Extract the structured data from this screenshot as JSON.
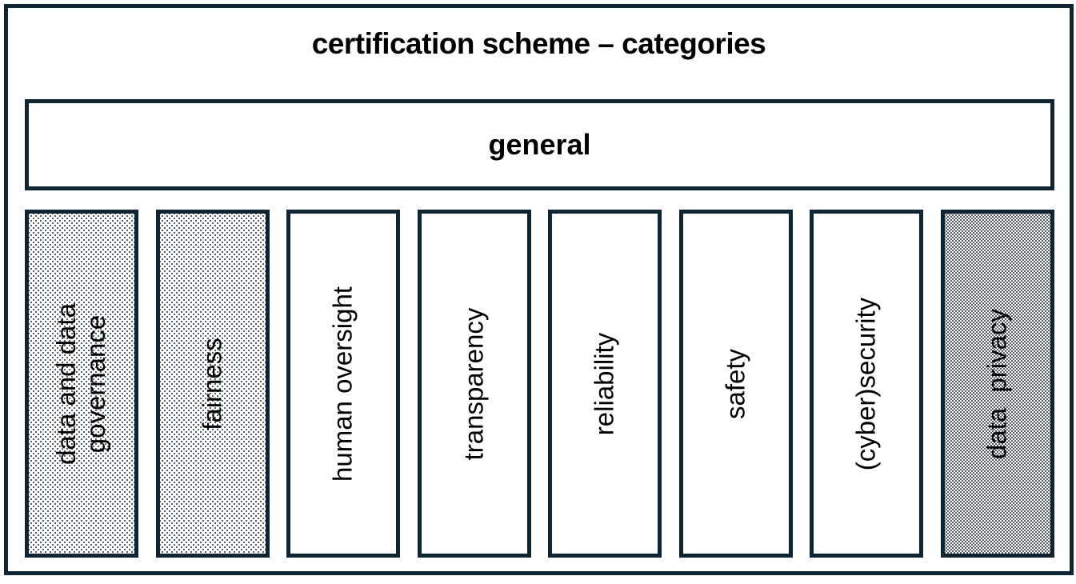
{
  "diagram": {
    "title": "certification scheme – categories",
    "general": {
      "label": "general"
    },
    "categories": [
      {
        "label": "data and data\ngovernance",
        "pattern": "dotted-light"
      },
      {
        "label": "fairness",
        "pattern": "dotted-light"
      },
      {
        "label": "human oversight",
        "pattern": "plain"
      },
      {
        "label": "transparency",
        "pattern": "plain"
      },
      {
        "label": "reliability",
        "pattern": "plain"
      },
      {
        "label": "safety",
        "pattern": "plain"
      },
      {
        "label": "(cyber)security",
        "pattern": "plain"
      },
      {
        "label": "data privacy",
        "pattern": "dotted-dense"
      }
    ],
    "colors": {
      "border": "#0e2432",
      "background": "#ffffff",
      "text": "#000000"
    }
  }
}
